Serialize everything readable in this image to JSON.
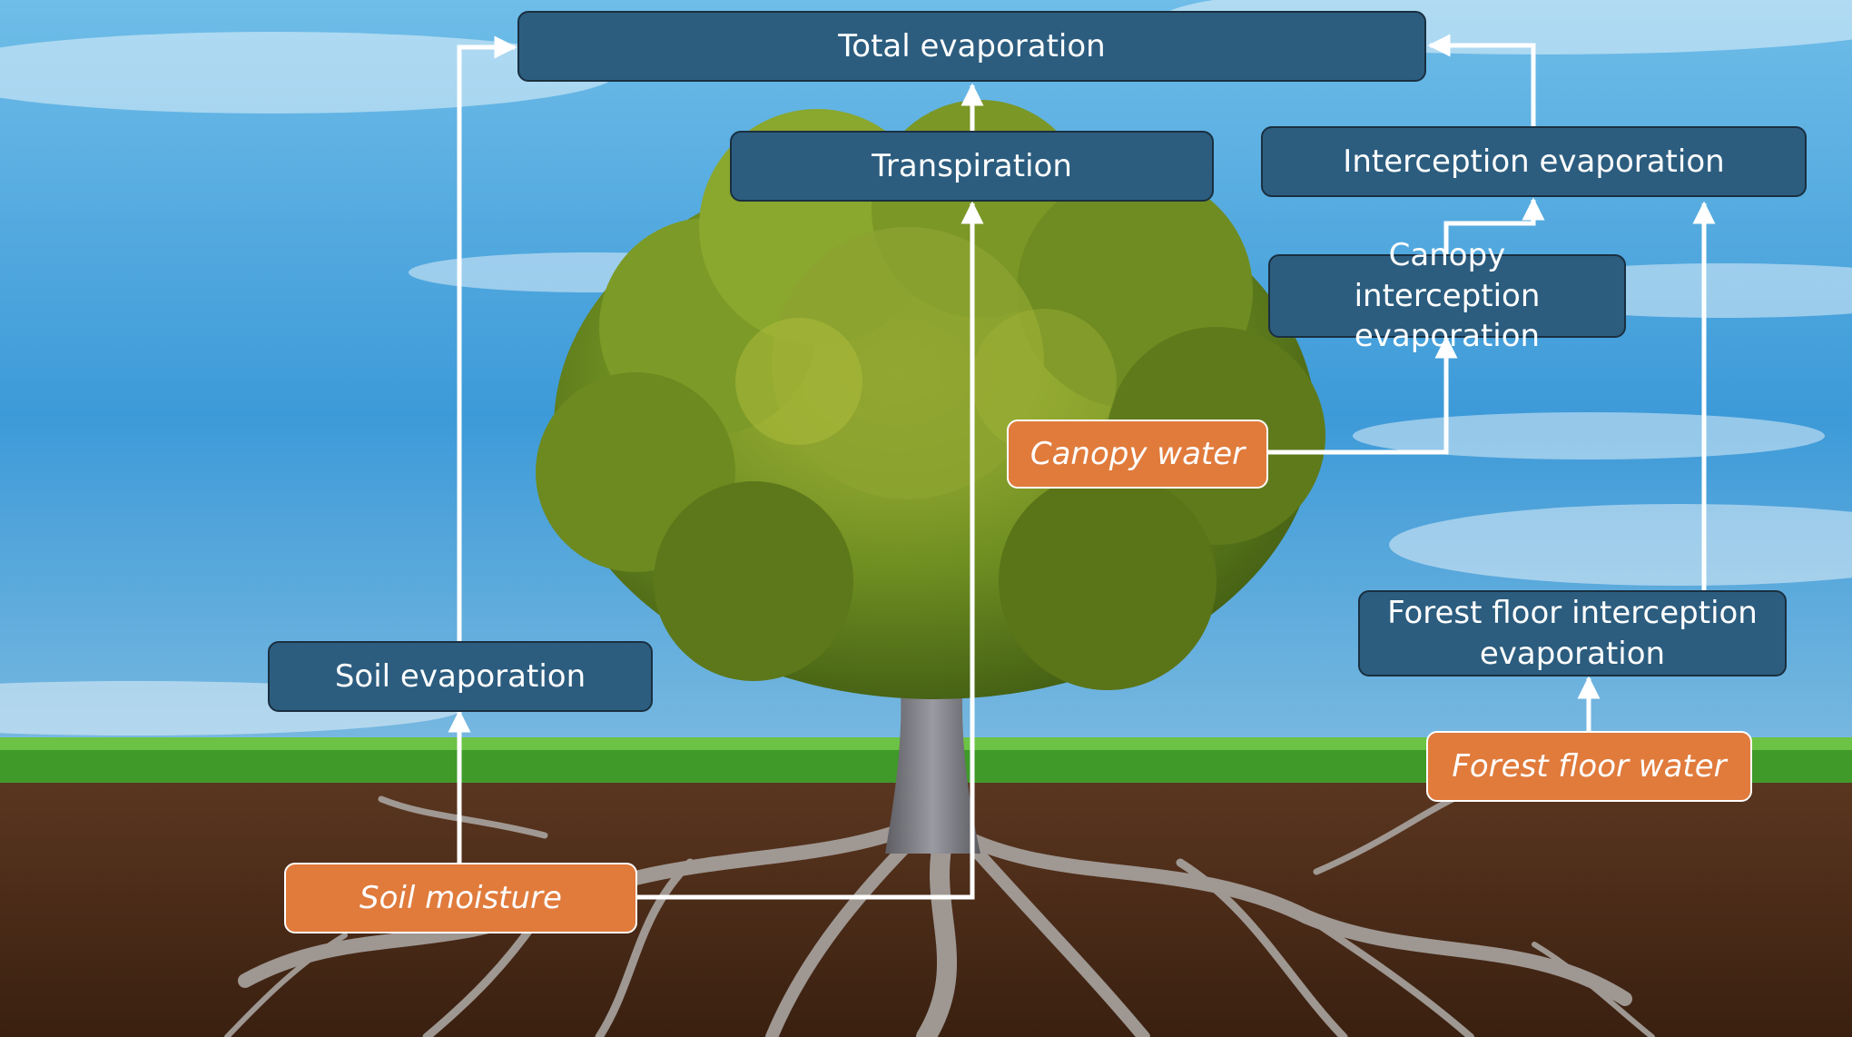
{
  "diagram": {
    "flux_boxes": {
      "total_evaporation": "Total evaporation",
      "transpiration": "Transpiration",
      "interception_evaporation": "Interception evaporation",
      "canopy_interception_evaporation": "Canopy interception evaporation",
      "soil_evaporation": "Soil evaporation",
      "forest_floor_interception_evaporation": "Forest floor interception evaporation"
    },
    "store_boxes": {
      "canopy_water": "Canopy water",
      "soil_moisture": "Soil moisture",
      "forest_floor_water": "Forest floor water"
    },
    "connections": [
      {
        "from": "soil_moisture",
        "to": "soil_evaporation"
      },
      {
        "from": "soil_evaporation",
        "to": "total_evaporation"
      },
      {
        "from": "soil_moisture",
        "to": "transpiration"
      },
      {
        "from": "transpiration",
        "to": "total_evaporation"
      },
      {
        "from": "canopy_water",
        "to": "canopy_interception_evaporation"
      },
      {
        "from": "canopy_interception_evaporation",
        "to": "interception_evaporation"
      },
      {
        "from": "forest_floor_water",
        "to": "forest_floor_interception_evaporation"
      },
      {
        "from": "forest_floor_interception_evaporation",
        "to": "interception_evaporation"
      },
      {
        "from": "interception_evaporation",
        "to": "total_evaporation"
      }
    ],
    "colors": {
      "flux_fill": "#2c5d7f",
      "store_fill": "#e07b3c",
      "arrow": "#ffffff",
      "sky": "#4ea6dc",
      "grass": "#3f9a2a",
      "soil": "#4a2a16",
      "canopy": "#6f8f22",
      "trunk": "#7f7f86"
    }
  }
}
